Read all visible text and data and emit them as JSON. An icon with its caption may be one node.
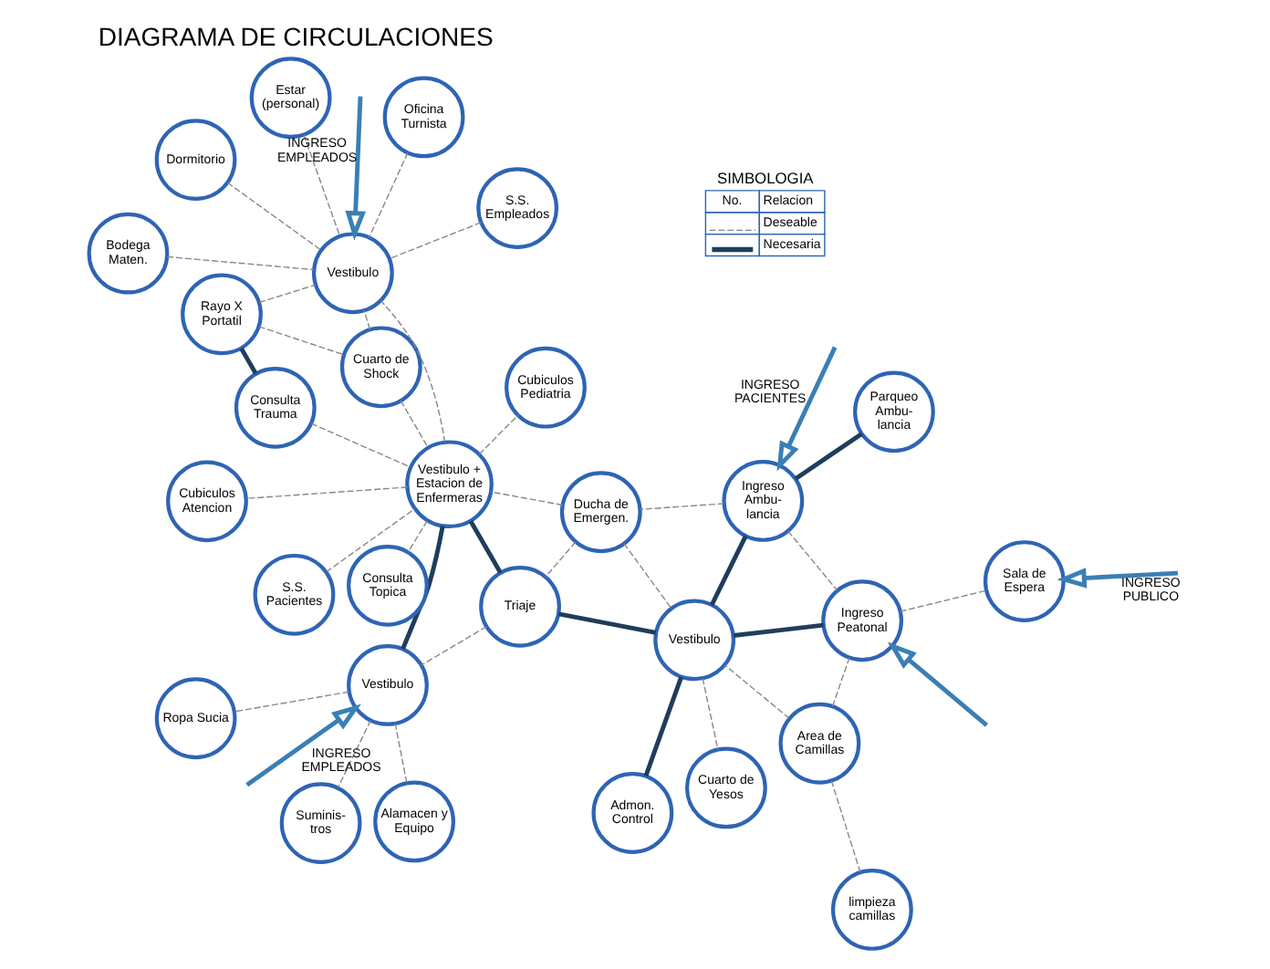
{
  "diagram": {
    "title": "DIAGRAMA DE CIRCULACIONES",
    "nodes": [
      {
        "text": [
          "Parqueo Ambu- lancia"
        ]
      },
      {
        "text": [
          "Ingreso Ambu- lancia"
        ]
      },
      {
        "text": [
          "Ingreso Peatonal"
        ]
      },
      {
        "text": [
          "Sala de Espera"
        ]
      },
      {
        "text": [
          "Ducha de Emergen."
        ]
      },
      {
        "text": [
          "Area de Camillas"
        ]
      },
      {
        "text": [
          "S.S. Pacientes"
        ]
      },
      {
        "text": [
          "Vestibulo"
        ]
      },
      {
        "text": [
          "Admon. Control"
        ]
      },
      {
        "text": [
          "limpieza camillas"
        ]
      },
      {
        "text": [
          "Rayo X Portatil"
        ]
      },
      {
        "text": [
          "Consulta Trauma"
        ]
      },
      {
        "text": [
          "Triaje"
        ]
      },
      {
        "text": [
          "Cuarto de Shock"
        ]
      },
      {
        "text": [
          "Vestibulo + Estacion de Enfermeras"
        ]
      },
      {
        "text": [
          "Cuarto de Yesos"
        ]
      },
      {
        "text": [
          "Vestibulo"
        ]
      },
      {
        "text": [
          "Estar (personal)"
        ]
      },
      {
        "text": [
          "Vestibulo"
        ]
      },
      {
        "text": [
          "Dormitorio"
        ]
      },
      {
        "text": [
          "Consulta Topica"
        ]
      },
      {
        "text": [
          "Cubiculos Atencion"
        ]
      },
      {
        "text": [
          "Cubiculos Pediatria"
        ]
      },
      {
        "text": [
          "Alamacen y Equipo"
        ]
      },
      {
        "text": [
          "Oficina Turnista"
        ]
      },
      {
        "text": [
          "Bodega Maten."
        ]
      },
      {
        "text": [
          "S.S. Empleados"
        ]
      },
      {
        "text": [
          "Ropa Sucia"
        ]
      },
      {
        "text": [
          "Suminis- tros"
        ]
      }
    ],
    "edges": [
      {
        "from": 0,
        "to": 1,
        "arrow": "none",
        "style": "thick",
        "color": "#1f3d5c"
      },
      {
        "from": 1,
        "to": 2,
        "arrow": "none",
        "style": "dashed"
      },
      {
        "from": 2,
        "to": 3,
        "arrow": "none",
        "style": "dashed"
      },
      {
        "from": 1,
        "to": 4,
        "arrow": "none",
        "style": "dashed"
      },
      {
        "from": 1,
        "to": 7,
        "arrow": "none",
        "style": "thick",
        "color": "#1f3d5c"
      },
      {
        "from": 2,
        "to": 7,
        "arrow": "none",
        "style": "thick",
        "color": "#1f3d5c"
      },
      {
        "from": 2,
        "to": 5,
        "arrow": "none",
        "style": "dashed"
      },
      {
        "from": 4,
        "to": 7,
        "arrow": "none",
        "style": "dashed"
      },
      {
        "from": 5,
        "to": 7,
        "arrow": "none",
        "style": "dashed"
      },
      {
        "from": 5,
        "to": 9,
        "arrow": "none",
        "style": "dashed"
      },
      {
        "from": 7,
        "to": 8,
        "arrow": "none",
        "style": "thick",
        "color": "#1f3d5c"
      },
      {
        "from": 7,
        "to": 12,
        "arrow": "none",
        "style": "thick",
        "color": "#1f3d5c"
      },
      {
        "from": 7,
        "to": 15,
        "arrow": "none",
        "style": "dashed"
      },
      {
        "from": 4,
        "to": 12,
        "arrow": "none",
        "style": "dashed"
      },
      {
        "from": 4,
        "to": 14,
        "arrow": "none",
        "style": "dashed"
      },
      {
        "from": 6,
        "to": 14,
        "arrow": "none",
        "style": "dashed"
      },
      {
        "from": 10,
        "to": 11,
        "arrow": "none",
        "style": "thick",
        "color": "#1f3d5c"
      },
      {
        "from": 11,
        "to": 14,
        "arrow": "none",
        "style": "dashed"
      },
      {
        "from": 10,
        "to": 13,
        "arrow": "none",
        "style": "dashed"
      },
      {
        "from": 10,
        "to": 18,
        "arrow": "none",
        "style": "dashed"
      },
      {
        "from": 13,
        "to": 14,
        "arrow": "none",
        "style": "dashed"
      },
      {
        "from": 13,
        "to": 18,
        "arrow": "none",
        "style": "dashed"
      },
      {
        "from": 12,
        "to": 14,
        "arrow": "none",
        "style": "thick",
        "color": "#1f3d5c"
      },
      {
        "from": 14,
        "to": 16,
        "arrow": "none",
        "style": "thick",
        "color": "#1f3d5c"
      },
      {
        "from": 12,
        "to": 16,
        "arrow": "none",
        "style": "dashed"
      },
      {
        "from": 14,
        "to": 18,
        "arrow": "none",
        "style": "dashed"
      },
      {
        "from": 14,
        "to": 20,
        "arrow": "none",
        "style": "dashed"
      },
      {
        "from": 14,
        "to": 21,
        "arrow": "none",
        "style": "dashed"
      },
      {
        "from": 14,
        "to": 22,
        "arrow": "none",
        "style": "dashed"
      },
      {
        "from": 16,
        "to": 23,
        "arrow": "none",
        "style": "dashed"
      },
      {
        "from": 16,
        "to": 27,
        "arrow": "none",
        "style": "dashed"
      },
      {
        "from": 16,
        "to": 28,
        "arrow": "none",
        "style": "dashed"
      },
      {
        "from": 17,
        "to": 18,
        "arrow": "none",
        "style": "dashed"
      },
      {
        "from": 19,
        "to": 18,
        "arrow": "none",
        "style": "dashed"
      },
      {
        "from": 24,
        "to": 18,
        "arrow": "none",
        "style": "dashed"
      },
      {
        "from": 25,
        "to": 18,
        "arrow": "none",
        "style": "dashed"
      },
      {
        "from": 26,
        "to": 18,
        "arrow": "none",
        "style": "dashed"
      },
      {
        "from": null,
        "to": 1,
        "arrow": "to",
        "style": "thick",
        "color": "#3a7fb5",
        "label": "INGRESO PACIENTES"
      },
      {
        "from": null,
        "to": 2,
        "arrow": "to",
        "style": "thick",
        "color": "#3a7fb5"
      },
      {
        "from": null,
        "to": 3,
        "arrow": "to",
        "style": "thick",
        "color": "#3a7fb5",
        "label": "INGRESO PUBLICO"
      },
      {
        "from": null,
        "to": 16,
        "arrow": "to",
        "style": "thick",
        "color": "#3a7fb5",
        "label": "INGRESO EMPLEADOS"
      },
      {
        "from": null,
        "to": 18,
        "arrow": "to",
        "style": "thick",
        "color": "#3a7fb5",
        "label": "INGRESO EMPLEADOS"
      }
    ],
    "labels": [
      "SIMBOLOGIA",
      "No.",
      "Relacion"
    ],
    "legend": [
      {
        "text": "Deseable"
      },
      {
        "text": "Necesaria"
      }
    ]
  }
}
